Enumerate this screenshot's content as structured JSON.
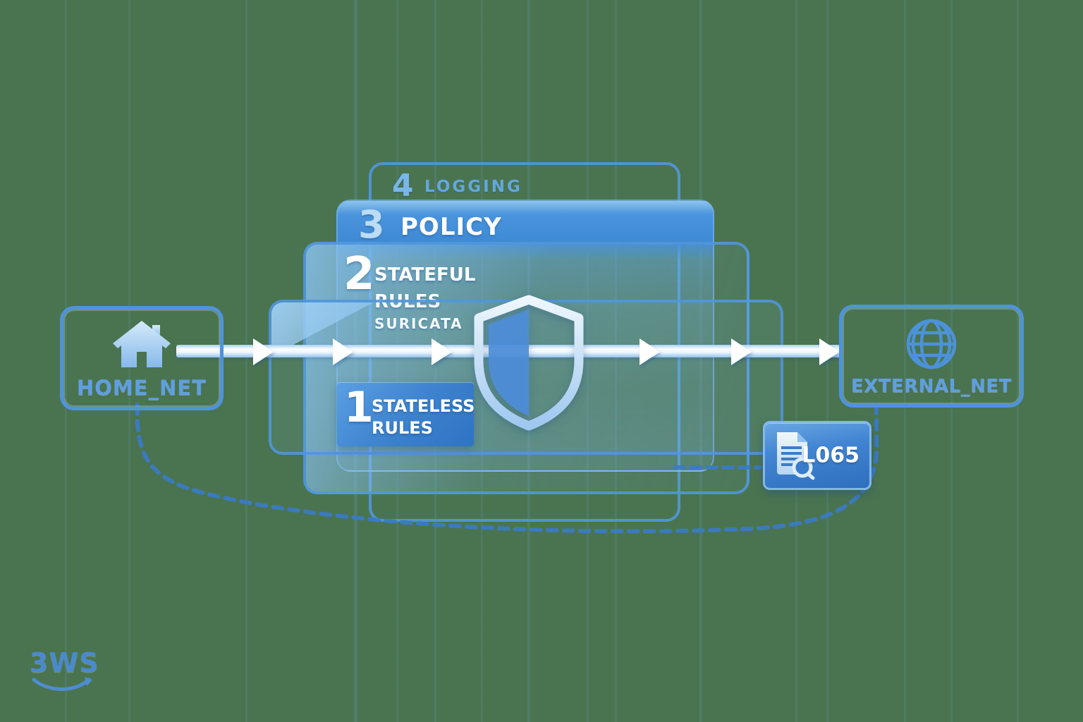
{
  "colors": {
    "background": "#4a7450",
    "accent_blue": "#4a90d9",
    "panel_header_blue": "#3f8ad5",
    "arrow_white": "#ffffff",
    "dashed_blue": "#3a7bc8",
    "node_label_blue": "#5f9fe0",
    "logo_blue": "#4b89cf"
  },
  "nodes": {
    "home": {
      "label": "HOME_NET",
      "icon": "house-icon"
    },
    "external": {
      "label": "EXTERNAL_NET",
      "icon": "globe-icon"
    }
  },
  "firewall": {
    "shield_icon": "firewall-shield-icon",
    "layers": [
      {
        "number": "4",
        "title": "LOGGING"
      },
      {
        "number": "3",
        "title": "POLICY"
      },
      {
        "number": "2",
        "title": "STATEFUL\nRULES",
        "subtitle": "SURICATA"
      },
      {
        "number": "1",
        "title": "STATELESS\nRULES"
      }
    ]
  },
  "logs": {
    "label": "L065",
    "icon": "log-document-search-icon"
  },
  "branding": {
    "logo_text": "3WS"
  }
}
